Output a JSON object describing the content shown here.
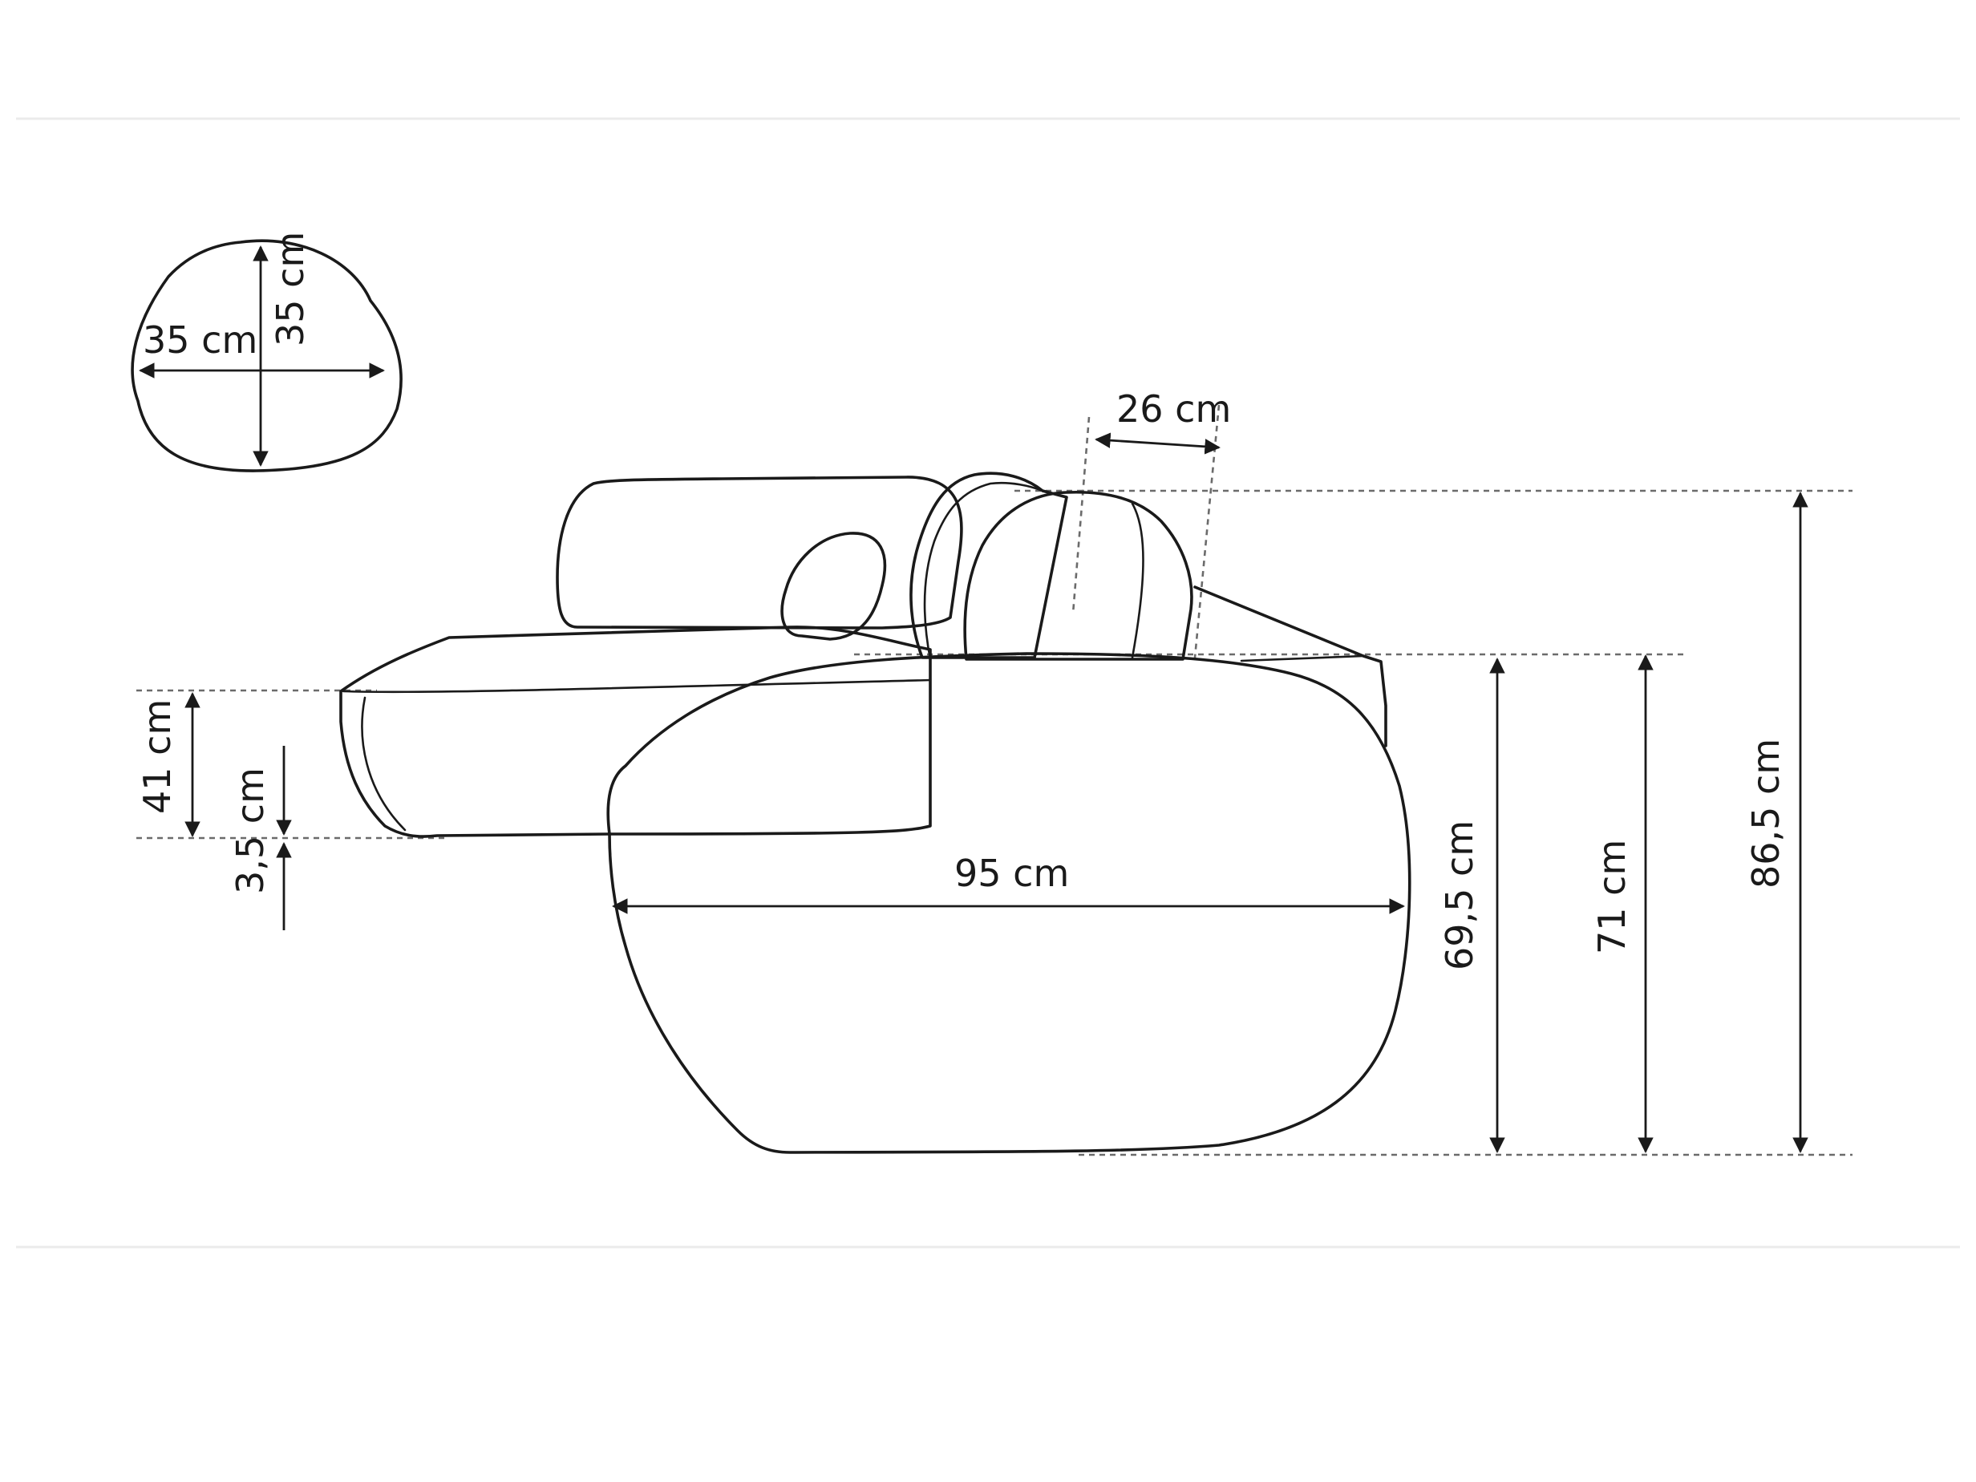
{
  "colors": {
    "line": "#1a1a1a",
    "guide": "#6b6b6b",
    "background": "#ffffff"
  },
  "pillow": {
    "width_label": "35 cm",
    "height_label": "35 cm"
  },
  "dimensions": {
    "headrest_depth": "26 cm",
    "base_height": "41 cm",
    "base_gap": "3,5 cm",
    "pouf_width": "95 cm",
    "seat_height": "69,5 cm",
    "arm_height": "71 cm",
    "total_height": "86,5 cm"
  }
}
